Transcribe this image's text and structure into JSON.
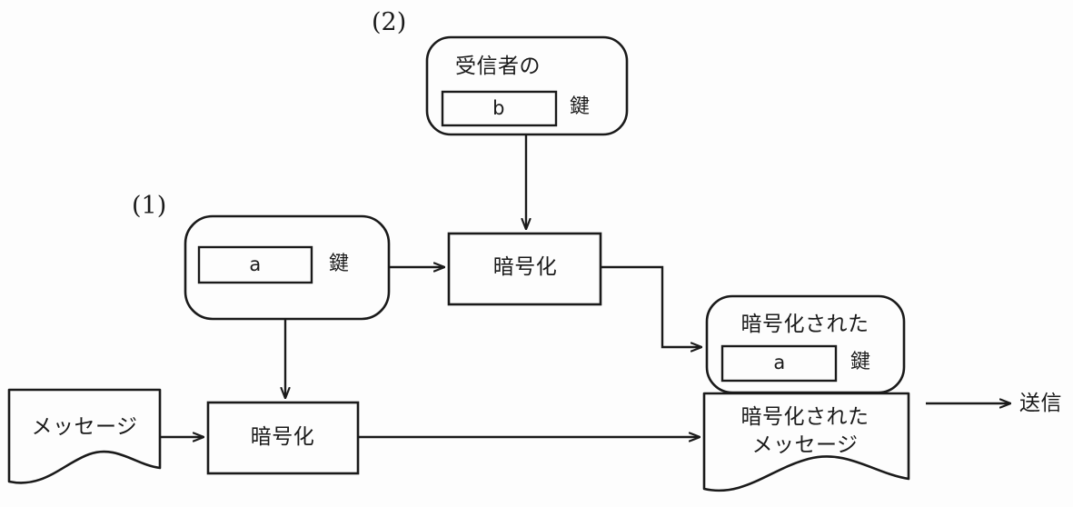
{
  "diagram": {
    "title_labels": [
      {
        "id": "step-1",
        "text": "(1)"
      },
      {
        "id": "step-2",
        "text": "(2)"
      }
    ],
    "nodes": {
      "recipient_key": {
        "heading": "受信者の",
        "value": "b",
        "suffix": "鍵"
      },
      "sender_key": {
        "heading": "",
        "value": "a",
        "suffix": "鍵"
      },
      "encrypt_upper": {
        "label": "暗号化"
      },
      "encrypt_lower": {
        "label": "暗号化"
      },
      "message": {
        "label": "メッセージ"
      },
      "encrypted_key": {
        "heading": "暗号化された",
        "value": "a",
        "suffix": "鍵"
      },
      "encrypted_message": {
        "line1": "暗号化された",
        "line2": "メッセージ"
      },
      "send": {
        "label": "送信"
      }
    },
    "colors": {
      "stroke": "#1a1a1a",
      "background": "#fdfdfd",
      "text": "#1a1a1a"
    }
  }
}
